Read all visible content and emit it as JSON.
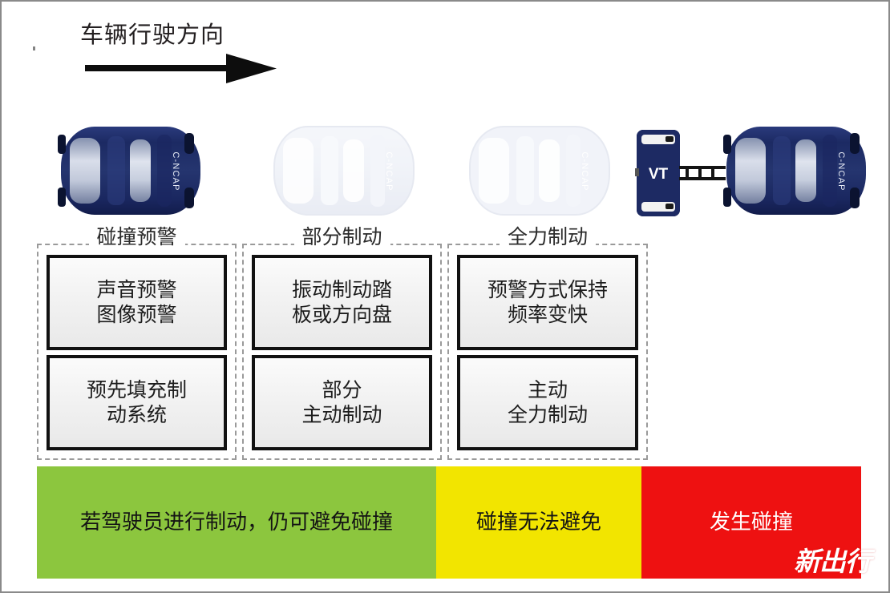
{
  "header": {
    "title": "车辆行驶方向",
    "arrow_icon": "right-arrow-icon"
  },
  "vehicles": {
    "badge_text": "C-NCAP",
    "target_label": "VT",
    "count": 4
  },
  "stages": [
    {
      "header": "碰撞预警",
      "boxes": [
        {
          "line1": "声音预警",
          "line2": "图像预警"
        },
        {
          "line1": "预先填充制",
          "line2": "动系统"
        }
      ]
    },
    {
      "header": "部分制动",
      "boxes": [
        {
          "line1": "振动制动踏",
          "line2": "板或方向盘"
        },
        {
          "line1": "部分",
          "line2": "主动制动"
        }
      ]
    },
    {
      "header": "全力制动",
      "boxes": [
        {
          "line1": "预警方式保持",
          "line2": "频率变快"
        },
        {
          "line1": "主动",
          "line2": "全力制动"
        }
      ]
    }
  ],
  "outcome_bands": [
    {
      "label": "若驾驶员进行制动，仍可避免碰撞",
      "color": "#8cc63e"
    },
    {
      "label": "碰撞无法避免",
      "color": "#f2e500"
    },
    {
      "label": "发生碰撞",
      "color": "#ee1111"
    }
  ],
  "watermark": {
    "text": "新出行"
  },
  "colors": {
    "car_body": "#1d2a63",
    "car_ghost": "#dfe3ef",
    "green": "#8cc63e",
    "yellow": "#f2e500",
    "red": "#ee1111",
    "box_border": "#111111",
    "dashed_border": "#9a9a9a"
  }
}
